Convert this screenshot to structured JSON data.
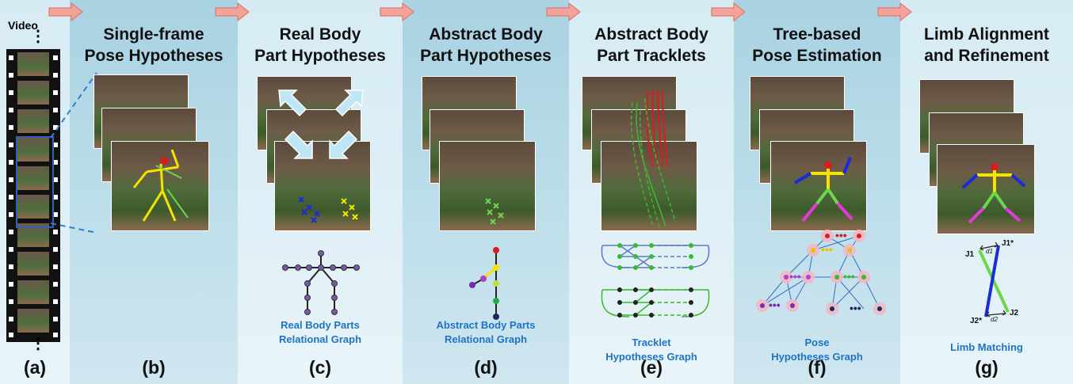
{
  "video_label": "Video",
  "ellipsis": "⋮",
  "panels": [
    {
      "label": "(a)"
    },
    {
      "label": "(b)",
      "title": "Single-frame\nPose Hypotheses"
    },
    {
      "label": "(c)",
      "title": "Real Body\nPart Hypotheses",
      "caption": "Real Body Parts\nRelational Graph"
    },
    {
      "label": "(d)",
      "title": "Abstract Body\nPart Hypotheses",
      "caption": "Abstract Body Parts\nRelational Graph"
    },
    {
      "label": "(e)",
      "title": "Abstract Body\nPart Tracklets",
      "caption": "Tracklet\nHypotheses Graph"
    },
    {
      "label": "(f)",
      "title": "Tree-based\nPose Estimation",
      "caption": "Pose\nHypotheses Graph"
    },
    {
      "label": "(g)",
      "title": "Limb Alignment\nand Refinement",
      "caption": "Limb Matching"
    }
  ],
  "limb_labels": {
    "j1": "J1",
    "j1s": "J1*",
    "j2": "J2",
    "j2s": "J2*",
    "d1": "d1",
    "d2": "d2"
  },
  "colors": {
    "arrow": "#f3a39a",
    "caption": "#1d74c4",
    "yellow": "#f5e400",
    "green": "#6bd84b",
    "blue": "#1a2bd8",
    "magenta": "#e23ad8",
    "red": "#d81c1c"
  }
}
